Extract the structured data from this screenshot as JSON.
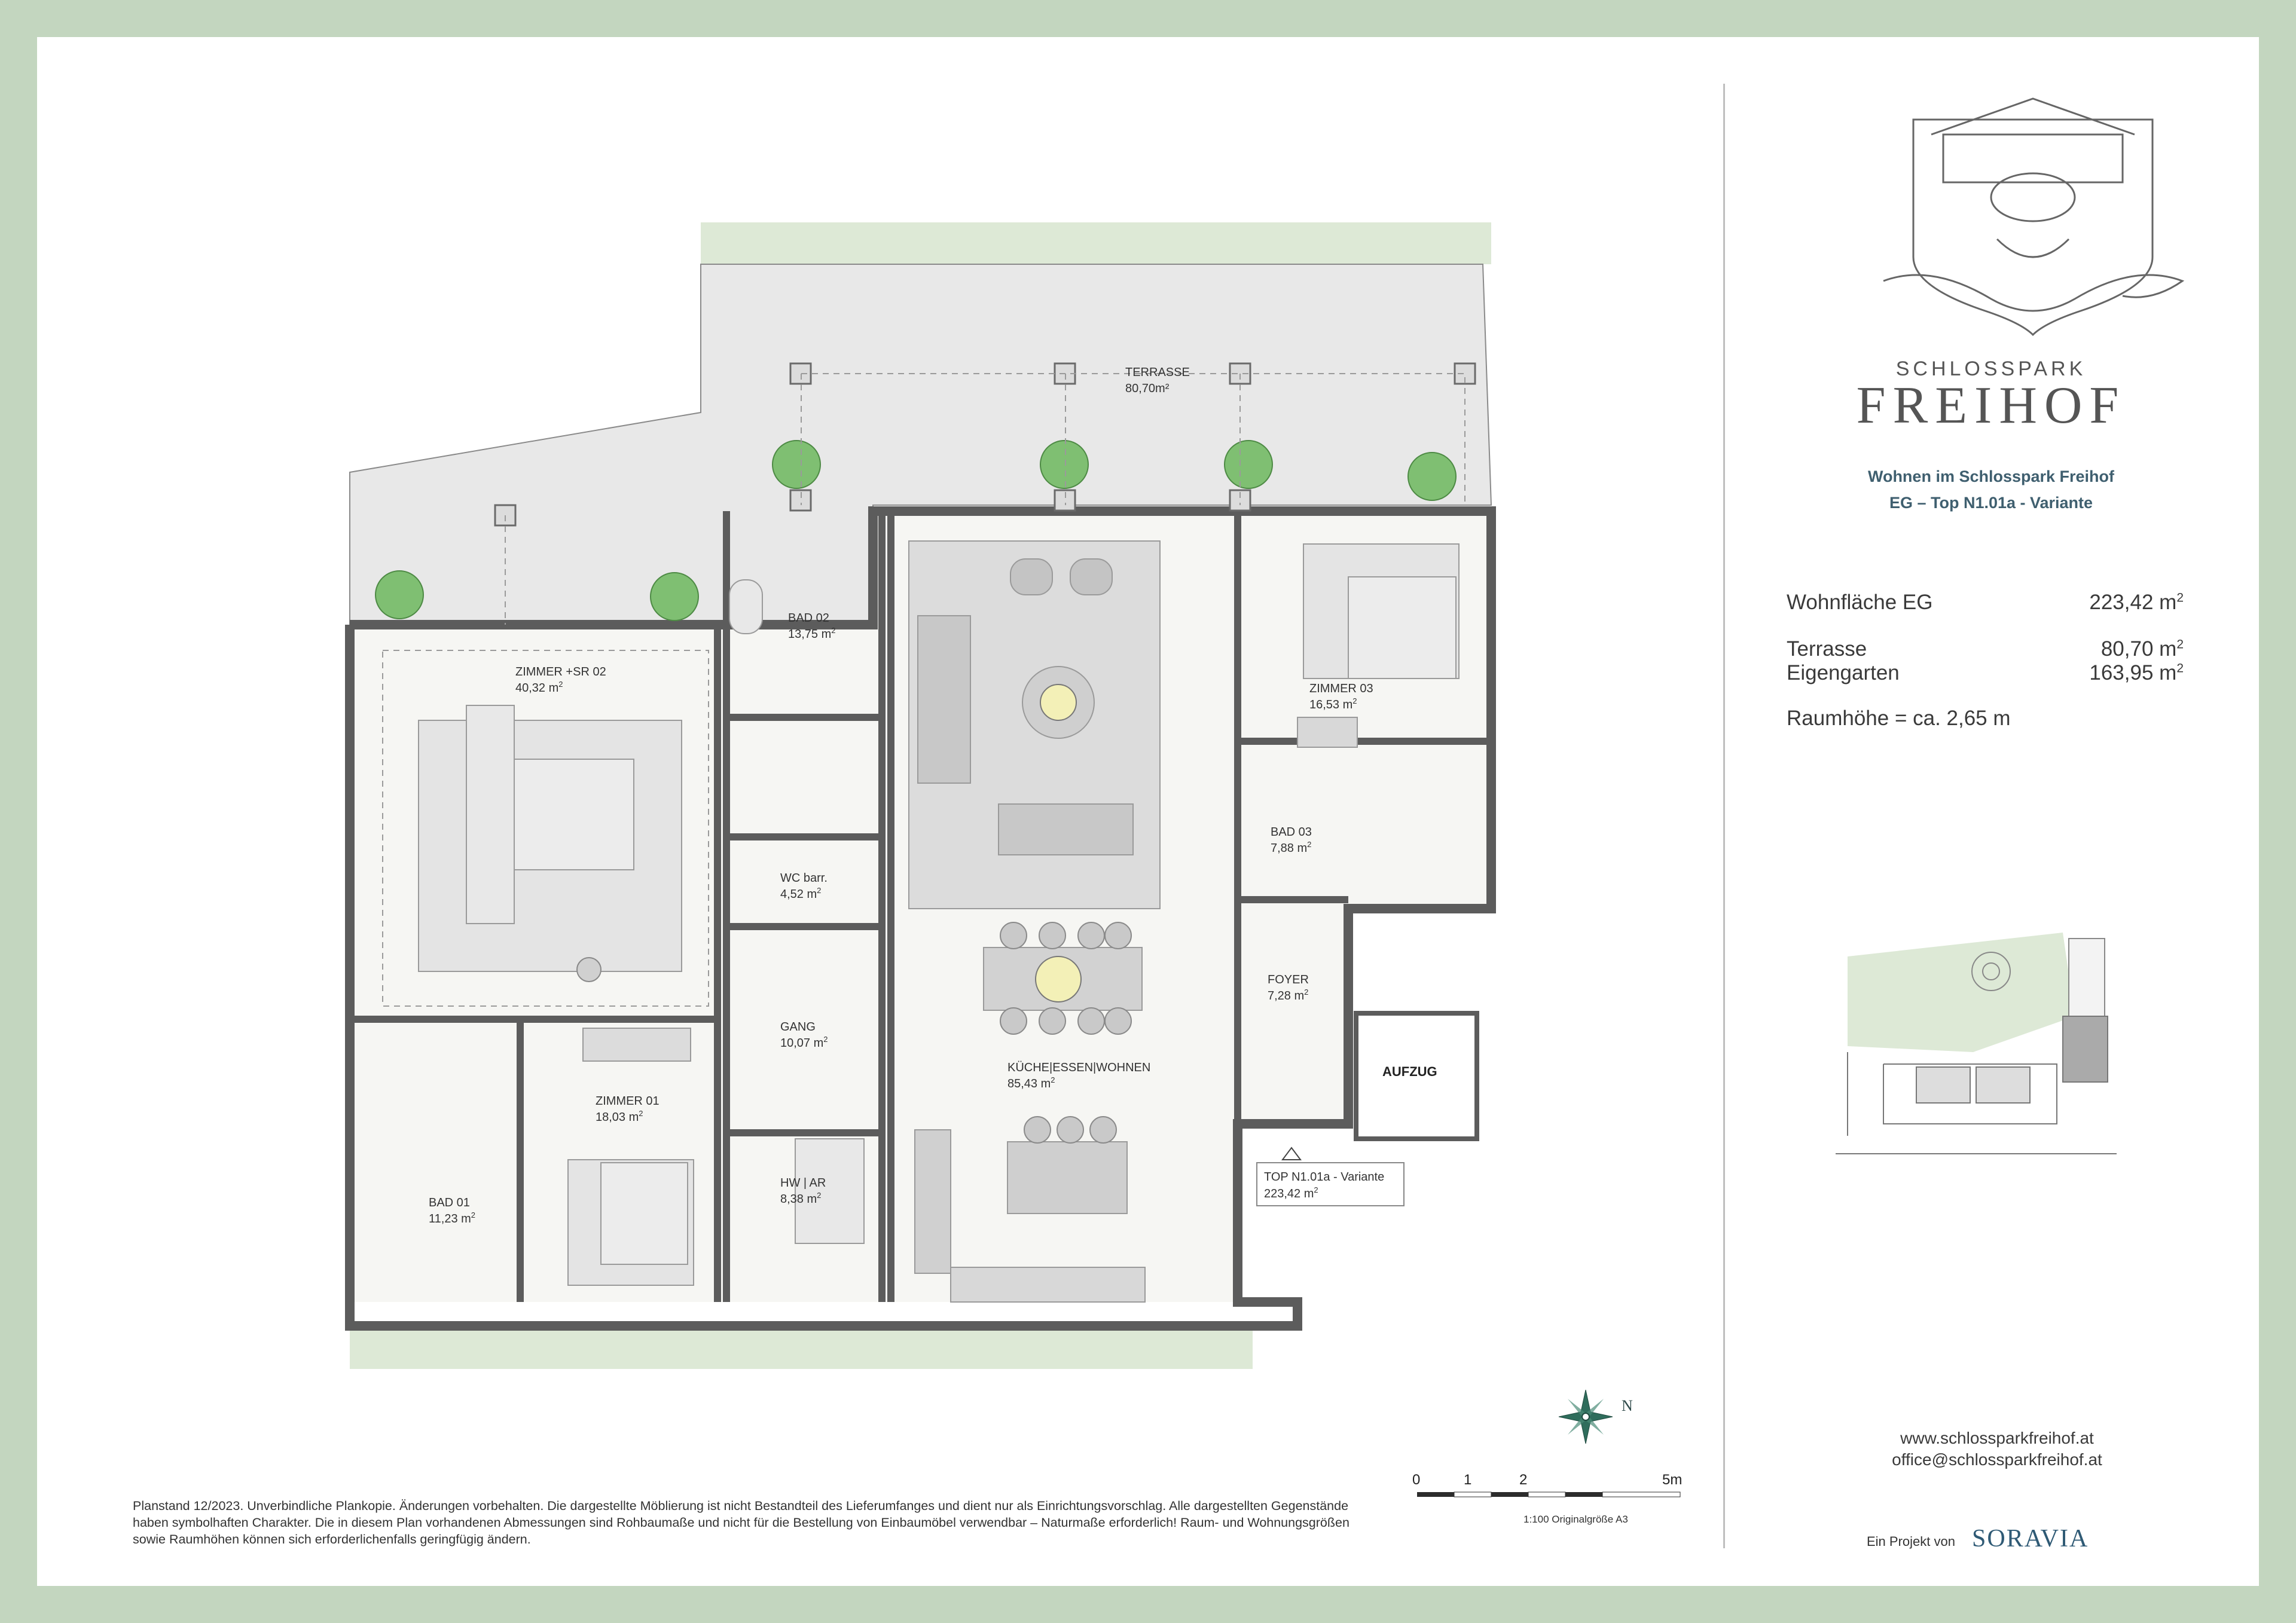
{
  "brand": {
    "name_small": "SCHLOSSPARK",
    "name_large": "FREIHOF"
  },
  "title": {
    "line1": "Wohnen im Schlosspark Freihof",
    "line2": "EG – Top N1.01a - Variante"
  },
  "stats": {
    "wohnflaeche_label": "Wohnfläche EG",
    "wohnflaeche_value": "223,42 m",
    "terrasse_label": "Terrasse",
    "terrasse_value": "80,70 m",
    "eigengarten_label": "Eigengarten",
    "eigengarten_value": "163,95 m",
    "raumhoehe": "Raumhöhe = ca. 2,65 m",
    "area_unit_sup": "2"
  },
  "contact": {
    "website": "www.schlossparkfreihof.at",
    "email": "office@schlossparkfreihof.at"
  },
  "project": {
    "label": "Ein Projekt von",
    "developer": "SORAVIA"
  },
  "rooms": {
    "terrasse_name": "TERRASSE",
    "terrasse_area": "80,70m²",
    "zimmer_sr02_name": "ZIMMER +SR 02",
    "zimmer_sr02_area": "40,32 m",
    "bad02_name": "BAD 02",
    "bad02_area": "13,75 m",
    "wc_name": "WC barr.",
    "wc_area": "4,52 m",
    "gang_name": "GANG",
    "gang_area": "10,07 m",
    "hw_name": "HW | AR",
    "hw_area": "8,38 m",
    "zimmer01_name": "ZIMMER 01",
    "zimmer01_area": "18,03 m",
    "bad01_name": "BAD 01",
    "bad01_area": "11,23 m",
    "kueche_name": "KÜCHE|ESSEN|WOHNEN",
    "kueche_area": "85,43 m",
    "zimmer03_name": "ZIMMER 03",
    "zimmer03_area": "16,53 m",
    "bad03_name": "BAD 03",
    "bad03_area": "7,88 m",
    "foyer_name": "FOYER",
    "foyer_area": "7,28 m",
    "aufzug_name": "AUFZUG"
  },
  "top_label": {
    "name": "TOP N1.01a - Variante",
    "area": "223,42 m"
  },
  "scale": {
    "ticks": [
      "0",
      "1",
      "2",
      "5m"
    ],
    "note": "1:100 Originalgröße A3"
  },
  "disclaimer": "Planstand 12/2023. Unverbindliche Plankopie. Änderungen vorbehalten. Die dargestellte Möblierung ist nicht Bestandteil des Lieferumfanges und dient nur als Einrichtungsvorschlag. Alle dargestellten Gegenstände haben symbolhaften Charakter. Die in diesem Plan vorhandenen Abmessungen sind Rohbaumaße und nicht für die Bestellung von Einbaumöbel verwendbar – Naturmaße erforderlich! Raum- und Wohnungsgrößen sowie Raumhöhen können sich erforderlichenfalls geringfügig ändern.",
  "compass": {
    "north": "N"
  },
  "colors": {
    "frame": "#c3d6bf",
    "title_blue": "#3f5f6f",
    "soravia_blue": "#2f5a75",
    "garden": "#dde9d6",
    "terrace": "#e9e9e9",
    "wall": "#5c5c5c"
  }
}
